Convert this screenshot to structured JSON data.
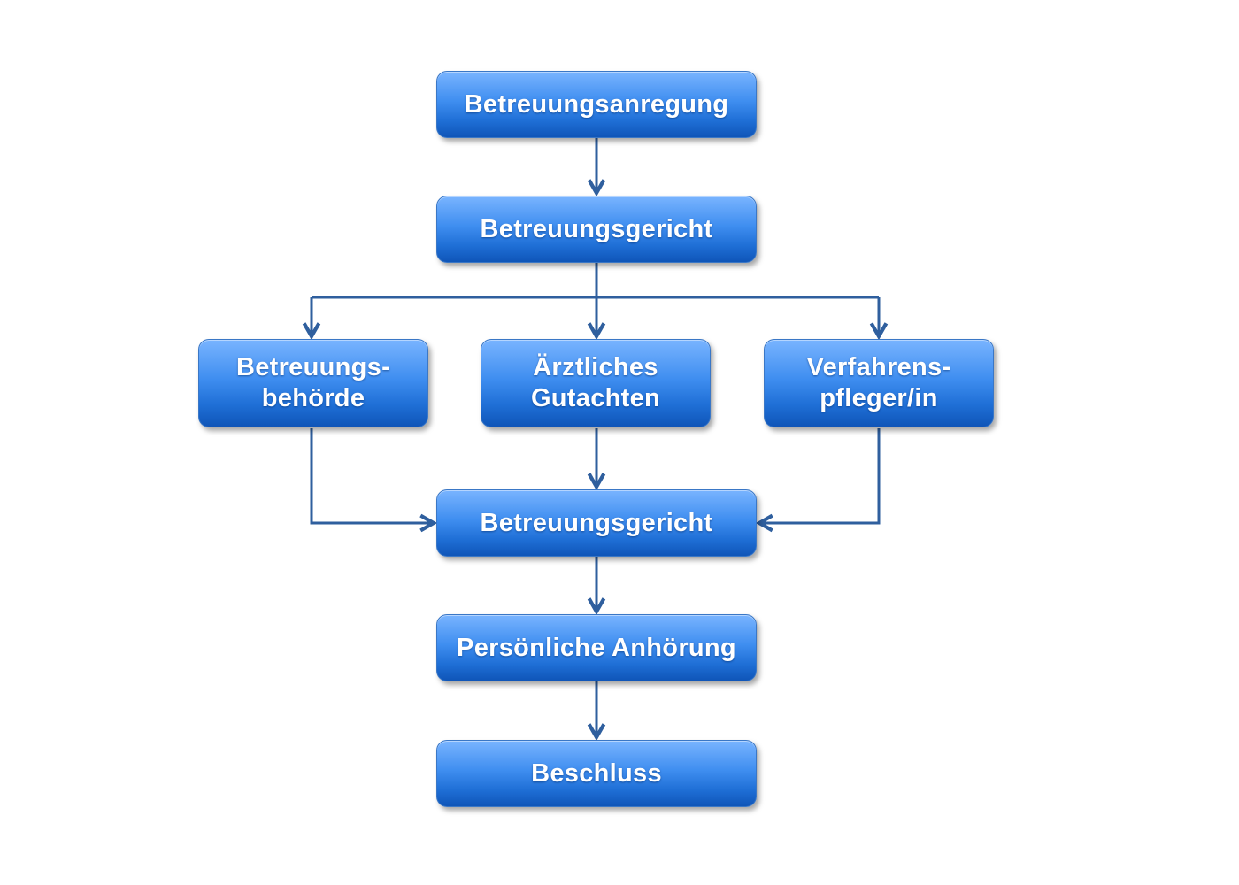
{
  "diagram": {
    "nodes": {
      "anregung": "Betreuungsanregung",
      "gericht1": "Betreuungsgericht",
      "behoerde_line1": "Betreuungs-",
      "behoerde_line2": "behörde",
      "gutachten_line1": "Ärztliches",
      "gutachten_line2": "Gutachten",
      "pfleger_line1": "Verfahrens-",
      "pfleger_line2": "pfleger/in",
      "gericht2": "Betreuungsgericht",
      "anhoerung": "Persönliche Anhörung",
      "beschluss": "Beschluss"
    },
    "colors": {
      "box_top": "#79b4ff",
      "box_bottom": "#0f55b8",
      "connector": "#2f5f9e",
      "text": "#ffffff"
    }
  }
}
